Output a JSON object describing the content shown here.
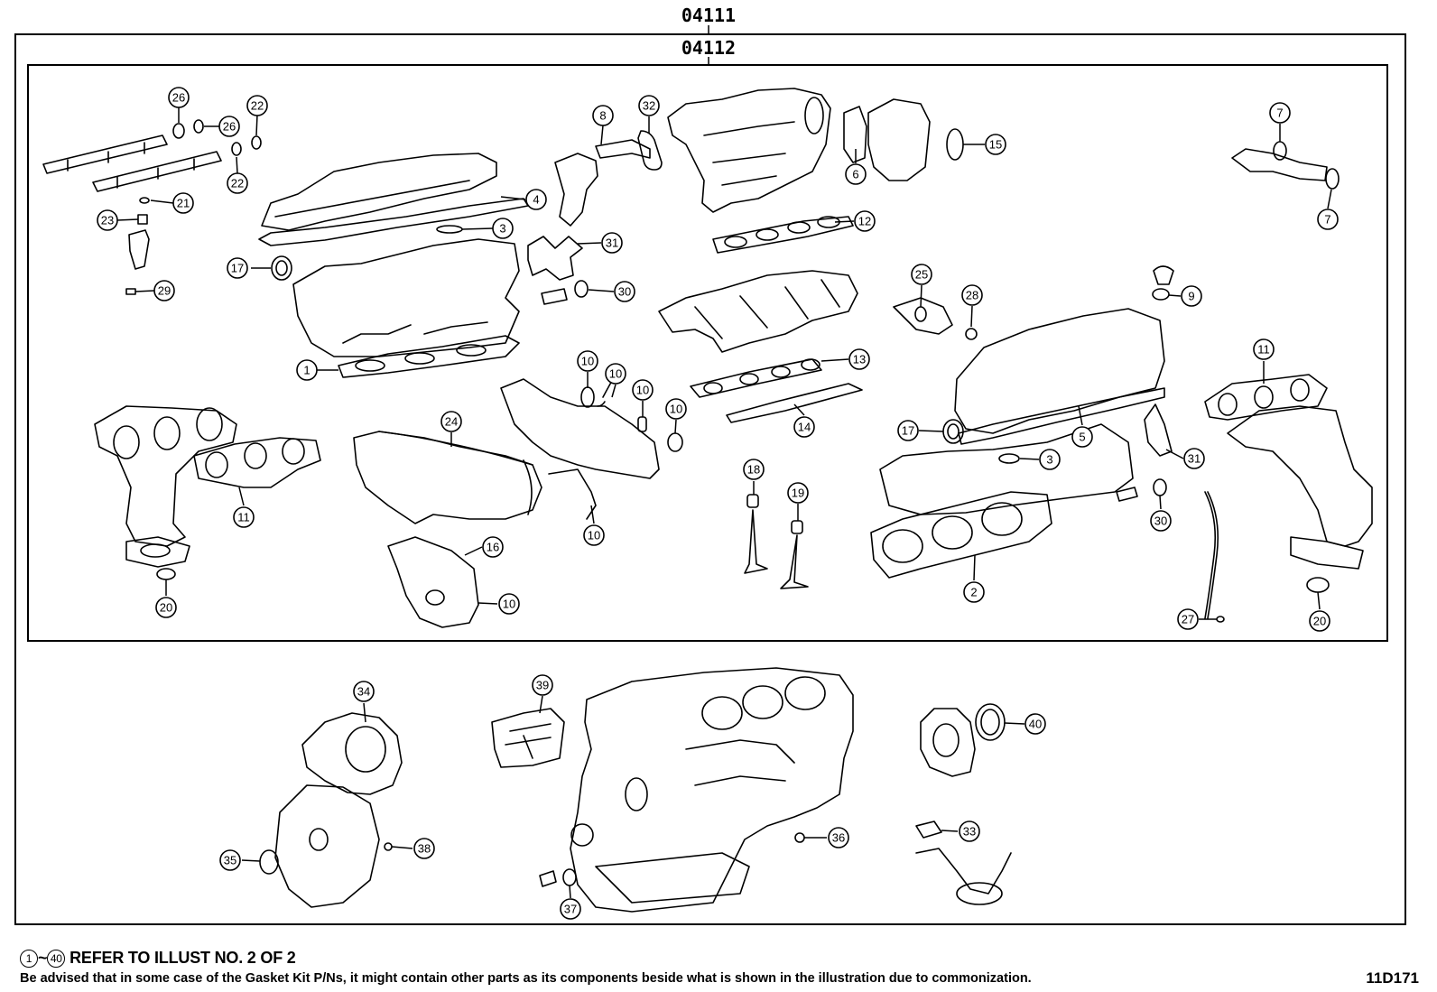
{
  "header": {
    "outer_kit_code": "04111",
    "inner_kit_code": "04112"
  },
  "callouts": [
    {
      "label": "26"
    },
    {
      "label": "26"
    },
    {
      "label": "22"
    },
    {
      "label": "22"
    },
    {
      "label": "21"
    },
    {
      "label": "23"
    },
    {
      "label": "29"
    },
    {
      "label": "4"
    },
    {
      "label": "3"
    },
    {
      "label": "17"
    },
    {
      "label": "1"
    },
    {
      "label": "8"
    },
    {
      "label": "32"
    },
    {
      "label": "31"
    },
    {
      "label": "30"
    },
    {
      "label": "6"
    },
    {
      "label": "15"
    },
    {
      "label": "12"
    },
    {
      "label": "7"
    },
    {
      "label": "7"
    },
    {
      "label": "25"
    },
    {
      "label": "28"
    },
    {
      "label": "9"
    },
    {
      "label": "13"
    },
    {
      "label": "14"
    },
    {
      "label": "10"
    },
    {
      "label": "10"
    },
    {
      "label": "10"
    },
    {
      "label": "10"
    },
    {
      "label": "10"
    },
    {
      "label": "10"
    },
    {
      "label": "24"
    },
    {
      "label": "16"
    },
    {
      "label": "11"
    },
    {
      "label": "20"
    },
    {
      "label": "18"
    },
    {
      "label": "19"
    },
    {
      "label": "17"
    },
    {
      "label": "3"
    },
    {
      "label": "5"
    },
    {
      "label": "2"
    },
    {
      "label": "31"
    },
    {
      "label": "30"
    },
    {
      "label": "11"
    },
    {
      "label": "27"
    },
    {
      "label": "20"
    },
    {
      "label": "34"
    },
    {
      "label": "35"
    },
    {
      "label": "38"
    },
    {
      "label": "39"
    },
    {
      "label": "37"
    },
    {
      "label": "36"
    },
    {
      "label": "40"
    },
    {
      "label": "33"
    }
  ],
  "footer": {
    "range_start": "1",
    "range_separator": "~",
    "range_end": "40",
    "refer_text": "REFER TO ILLUST NO. 2 OF 2",
    "disclaimer": "Be advised that in some case of the Gasket Kit P/Ns,  it might contain other parts as its components beside what is shown in the illustration due to commonization.",
    "illustration_id": "11D171"
  }
}
